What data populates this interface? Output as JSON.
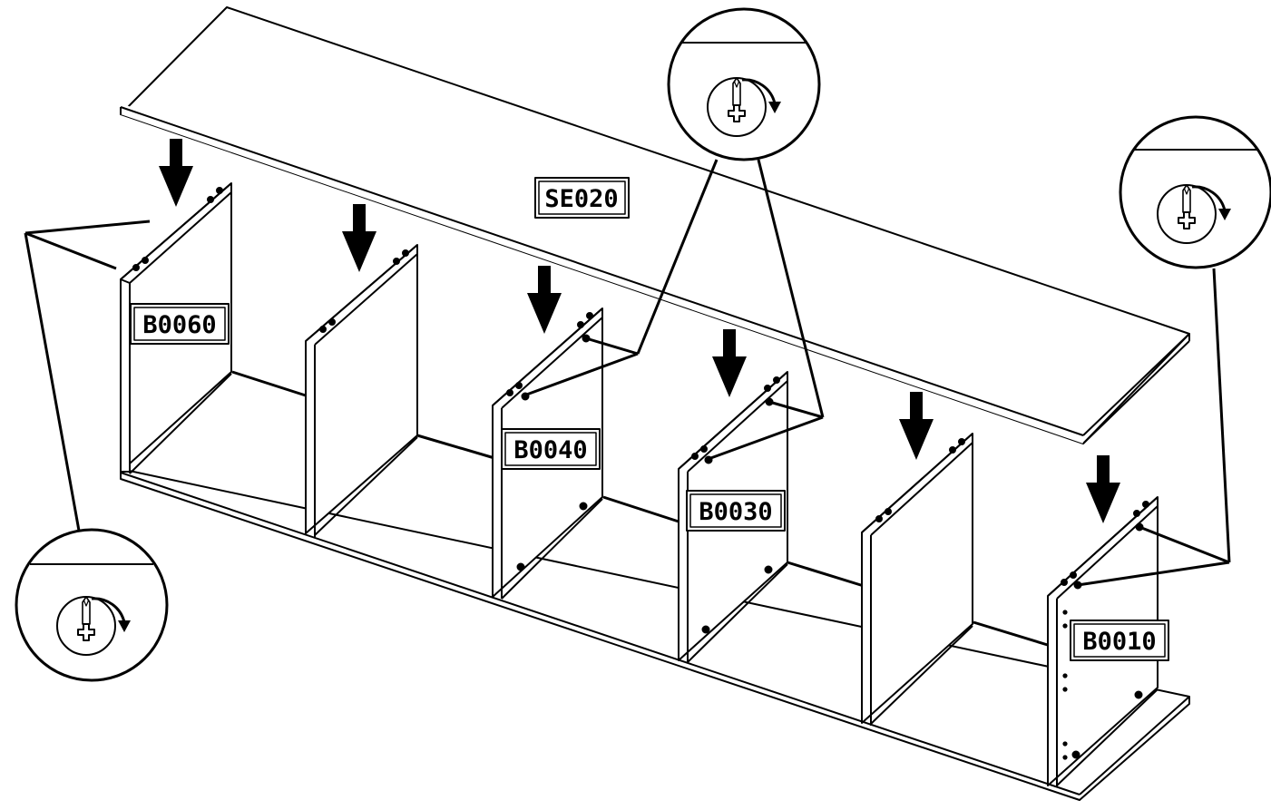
{
  "diagram": {
    "panel_labels": {
      "top_panel": "SE020",
      "divider_1": "B0060",
      "divider_3": "B0040",
      "divider_4": "B0030",
      "divider_6": "B0010"
    },
    "callouts": [
      {
        "name": "screwdriver-callout-top",
        "icon": "screwdriver-clockwise-icon"
      },
      {
        "name": "screwdriver-callout-right",
        "icon": "screwdriver-clockwise-icon"
      },
      {
        "name": "screwdriver-callout-left",
        "icon": "screwdriver-clockwise-icon"
      }
    ],
    "arrows_count": 6,
    "colors": {
      "line": "#000000",
      "background": "#ffffff"
    }
  }
}
